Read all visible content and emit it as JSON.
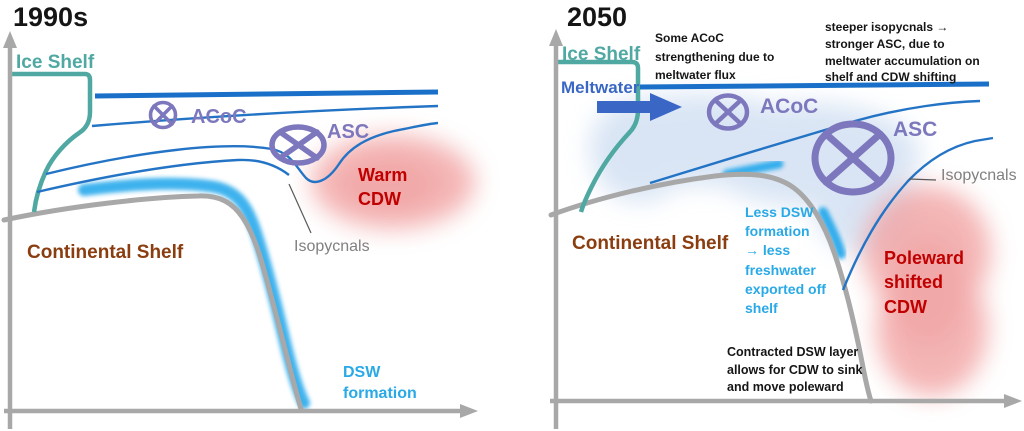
{
  "figure": {
    "description_left": "1990s Antarctic shelf circulation schematic",
    "description_right": "2050 Antarctic shelf circulation schematic"
  },
  "colors": {
    "axis_gray": "#a8a8a8",
    "shelf_gray": "#a8a8a8",
    "ice_shelf_teal": "#4fa8a2",
    "surface_line_blue": "#1a70c8",
    "isopycnal_blue": "#2474c6",
    "dsw_bright_blue": "#29aaec",
    "vortex_purple": "#7d78bd",
    "meltwater_arrow_blue": "#3a67c5",
    "warm_cdw_text_red": "#c00000",
    "warm_cdw_blob_pink": "#f2a3a3",
    "continental_shelf_brown": "#8a3d0f",
    "cyan_note_blue": "#29a9e6",
    "gray_label": "#808080",
    "meltwater_cloud_blue": "#c9daf0",
    "note_black": "#151515"
  },
  "left_panel": {
    "title": "1990s",
    "ice_shelf_label": "Ice Shelf",
    "acoc_label": "ACoC",
    "asc_label": "ASC",
    "warm_cdw_label": "Warm\nCDW",
    "continental_shelf_label": "Continental Shelf",
    "isopycnals_label": "Isopycnals",
    "dsw_formation_label": "DSW\nformation"
  },
  "right_panel": {
    "title": "2050",
    "ice_shelf_label": "Ice Shelf",
    "meltwater_label": "Meltwater",
    "acoc_note": "Some ACoC\nstrengthening due to\nmeltwater flux",
    "asc_note": "steeper isopycnals →\nstronger ASC, due to\nmeltwater accumulation on\nshelf and CDW shifting",
    "acoc_label": "ACoC",
    "asc_label": "ASC",
    "isopycnals_label": "Isopycnals",
    "continental_shelf_label": "Continental Shelf",
    "less_dsw_note": "Less DSW\nformation\n→ less\nfreshwater\nexported off\nshelf",
    "poleward_cdw_label": "Poleward\nshifted\nCDW",
    "contracted_dsw_note": "Contracted DSW layer\nallows for CDW to sink\nand move poleward"
  }
}
